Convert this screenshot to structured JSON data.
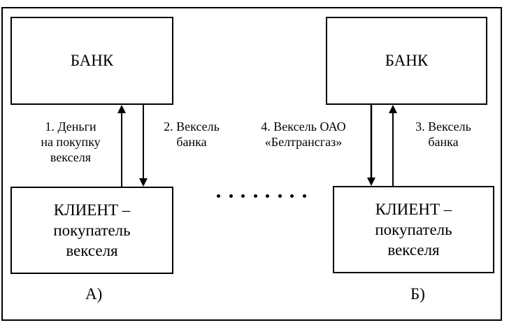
{
  "diagram": {
    "left": {
      "bank_label": "БАНК",
      "client_lines": [
        "КЛИЕНТ –",
        "покупатель",
        "векселя"
      ],
      "arrow_up_label": [
        "1. Деньги",
        "на покупку",
        "векселя"
      ],
      "arrow_down_label": [
        "2. Вексель",
        "банка"
      ],
      "caption": "А)"
    },
    "right": {
      "bank_label": "БАНК",
      "client_lines": [
        "КЛИЕНТ –",
        "покупатель",
        "векселя"
      ],
      "arrow_down_label": [
        "4. Вексель ОАО",
        "«Белтрансгаз»"
      ],
      "arrow_up_label": [
        "3. Вексель",
        "банка"
      ],
      "caption": "Б)"
    },
    "connector": "dotted-line",
    "dot_count": 8
  }
}
